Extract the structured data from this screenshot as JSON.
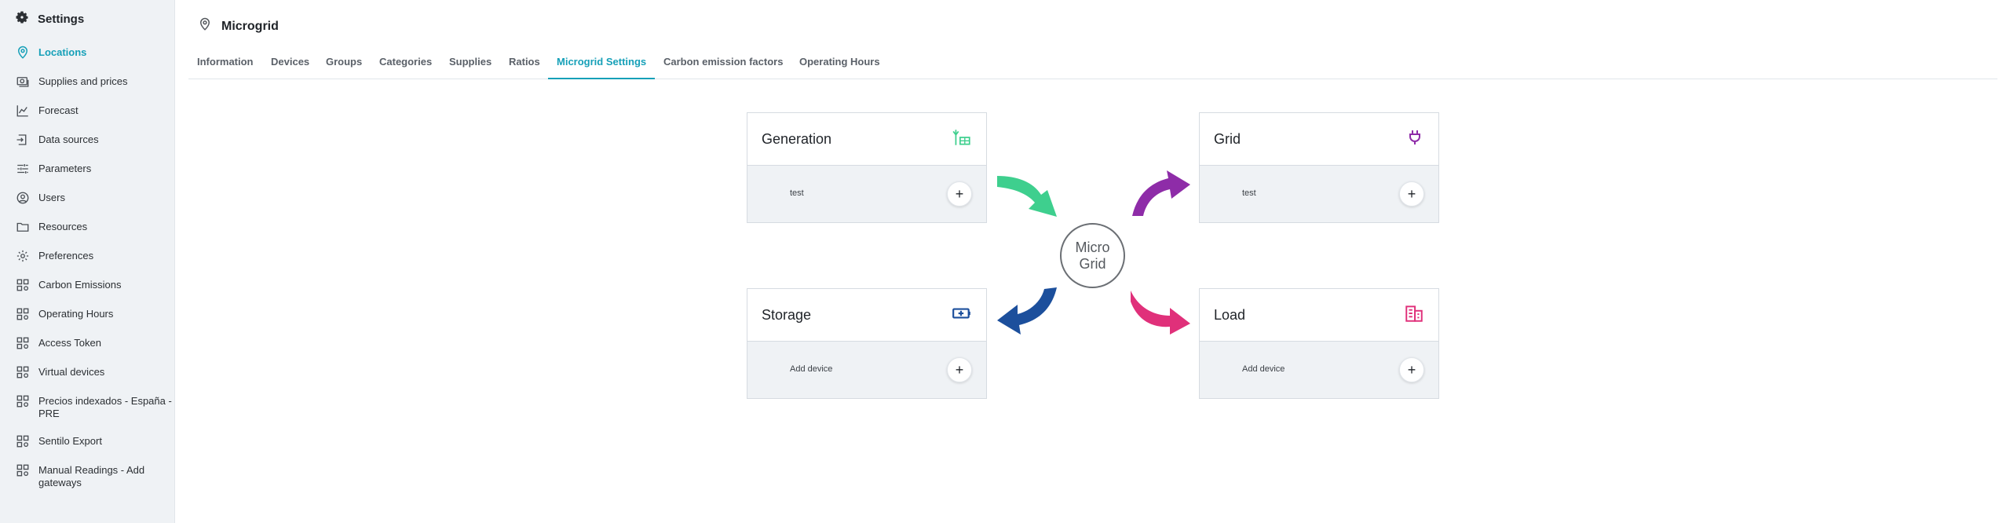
{
  "sidebar": {
    "title": "Settings",
    "items": [
      {
        "label": "Locations",
        "icon": "location-pin-icon",
        "active": true
      },
      {
        "label": "Supplies and prices",
        "icon": "supplies-icon"
      },
      {
        "label": "Forecast",
        "icon": "forecast-chart-icon"
      },
      {
        "label": "Data sources",
        "icon": "data-sources-icon"
      },
      {
        "label": "Parameters",
        "icon": "sliders-icon"
      },
      {
        "label": "Users",
        "icon": "user-icon"
      },
      {
        "label": "Resources",
        "icon": "folder-icon"
      },
      {
        "label": "Preferences",
        "icon": "gear-icon"
      },
      {
        "label": "Carbon Emissions",
        "icon": "apps-gear-icon"
      },
      {
        "label": "Operating Hours",
        "icon": "apps-gear-icon"
      },
      {
        "label": "Access Token",
        "icon": "apps-gear-icon"
      },
      {
        "label": "Virtual devices",
        "icon": "apps-gear-icon"
      },
      {
        "label": "Precios indexados - España - PRE",
        "icon": "apps-gear-icon"
      },
      {
        "label": "Sentilo Export",
        "icon": "apps-gear-icon"
      },
      {
        "label": "Manual Readings - Add gateways",
        "icon": "apps-gear-icon"
      }
    ]
  },
  "header": {
    "title": "Microgrid",
    "icon": "location-pin-icon"
  },
  "tabs": [
    {
      "label": "Information"
    },
    {
      "label": "Devices"
    },
    {
      "label": "Groups"
    },
    {
      "label": "Categories"
    },
    {
      "label": "Supplies"
    },
    {
      "label": "Ratios"
    },
    {
      "label": "Microgrid Settings",
      "active": true
    },
    {
      "label": "Carbon emission factors"
    },
    {
      "label": "Operating Hours"
    }
  ],
  "microgrid": {
    "hub_line1": "Micro",
    "hub_line2": "Grid",
    "add_symbol": "+",
    "cards": {
      "generation": {
        "title": "Generation",
        "item": "test",
        "icon": "generation-icon",
        "color": "#3ecf8e"
      },
      "grid": {
        "title": "Grid",
        "item": "test",
        "icon": "plug-icon",
        "color": "#8e2ca8"
      },
      "storage": {
        "title": "Storage",
        "item": "Add device",
        "icon": "battery-icon",
        "color": "#1c4f9c"
      },
      "load": {
        "title": "Load",
        "item": "Add device",
        "icon": "building-icon",
        "color": "#e0307a"
      }
    }
  },
  "colors": {
    "accent": "#16a0b8",
    "sidebar_bg": "#eff2f5"
  }
}
